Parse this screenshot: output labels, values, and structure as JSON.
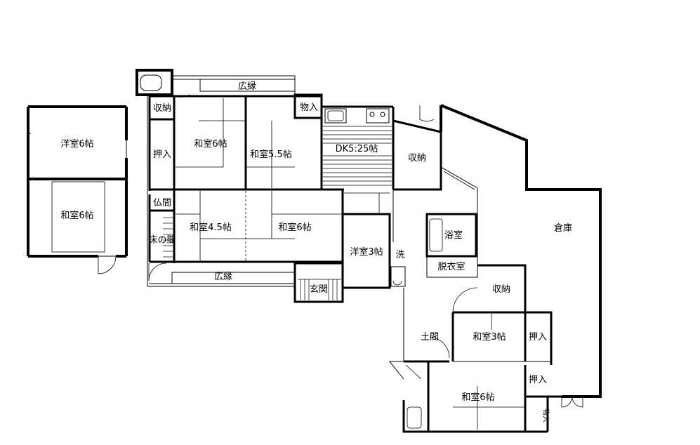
{
  "rooms": {
    "annex_western": "洋室6帖",
    "annex_japanese": "和室6帖",
    "hiroen_top": "広縁",
    "storage_top_left": "収納",
    "oshiire_left": "押入",
    "washitsu_6": "和室6帖",
    "washitsu_55": "和室5.5帖",
    "monoire_top": "物入",
    "dk": "DK5:25帖",
    "storage_mid": "収納",
    "butsuma": "仏間",
    "toko": "床の間",
    "washitsu_45": "和室4.5帖",
    "washitsu_6b": "和室6帖",
    "western_3": "洋室3帖",
    "wash": "洗",
    "bath": "浴室",
    "dressing": "脱衣室",
    "warehouse": "倉庫",
    "hiroen_bottom": "広縁",
    "genkan": "玄関",
    "storage_right": "収納",
    "doma": "土間",
    "washitsu_3": "和室3帖",
    "oshiire_r1": "押入",
    "oshiire_r2": "押入",
    "washitsu_6c": "和室6帖",
    "monoire_small": "物入"
  }
}
